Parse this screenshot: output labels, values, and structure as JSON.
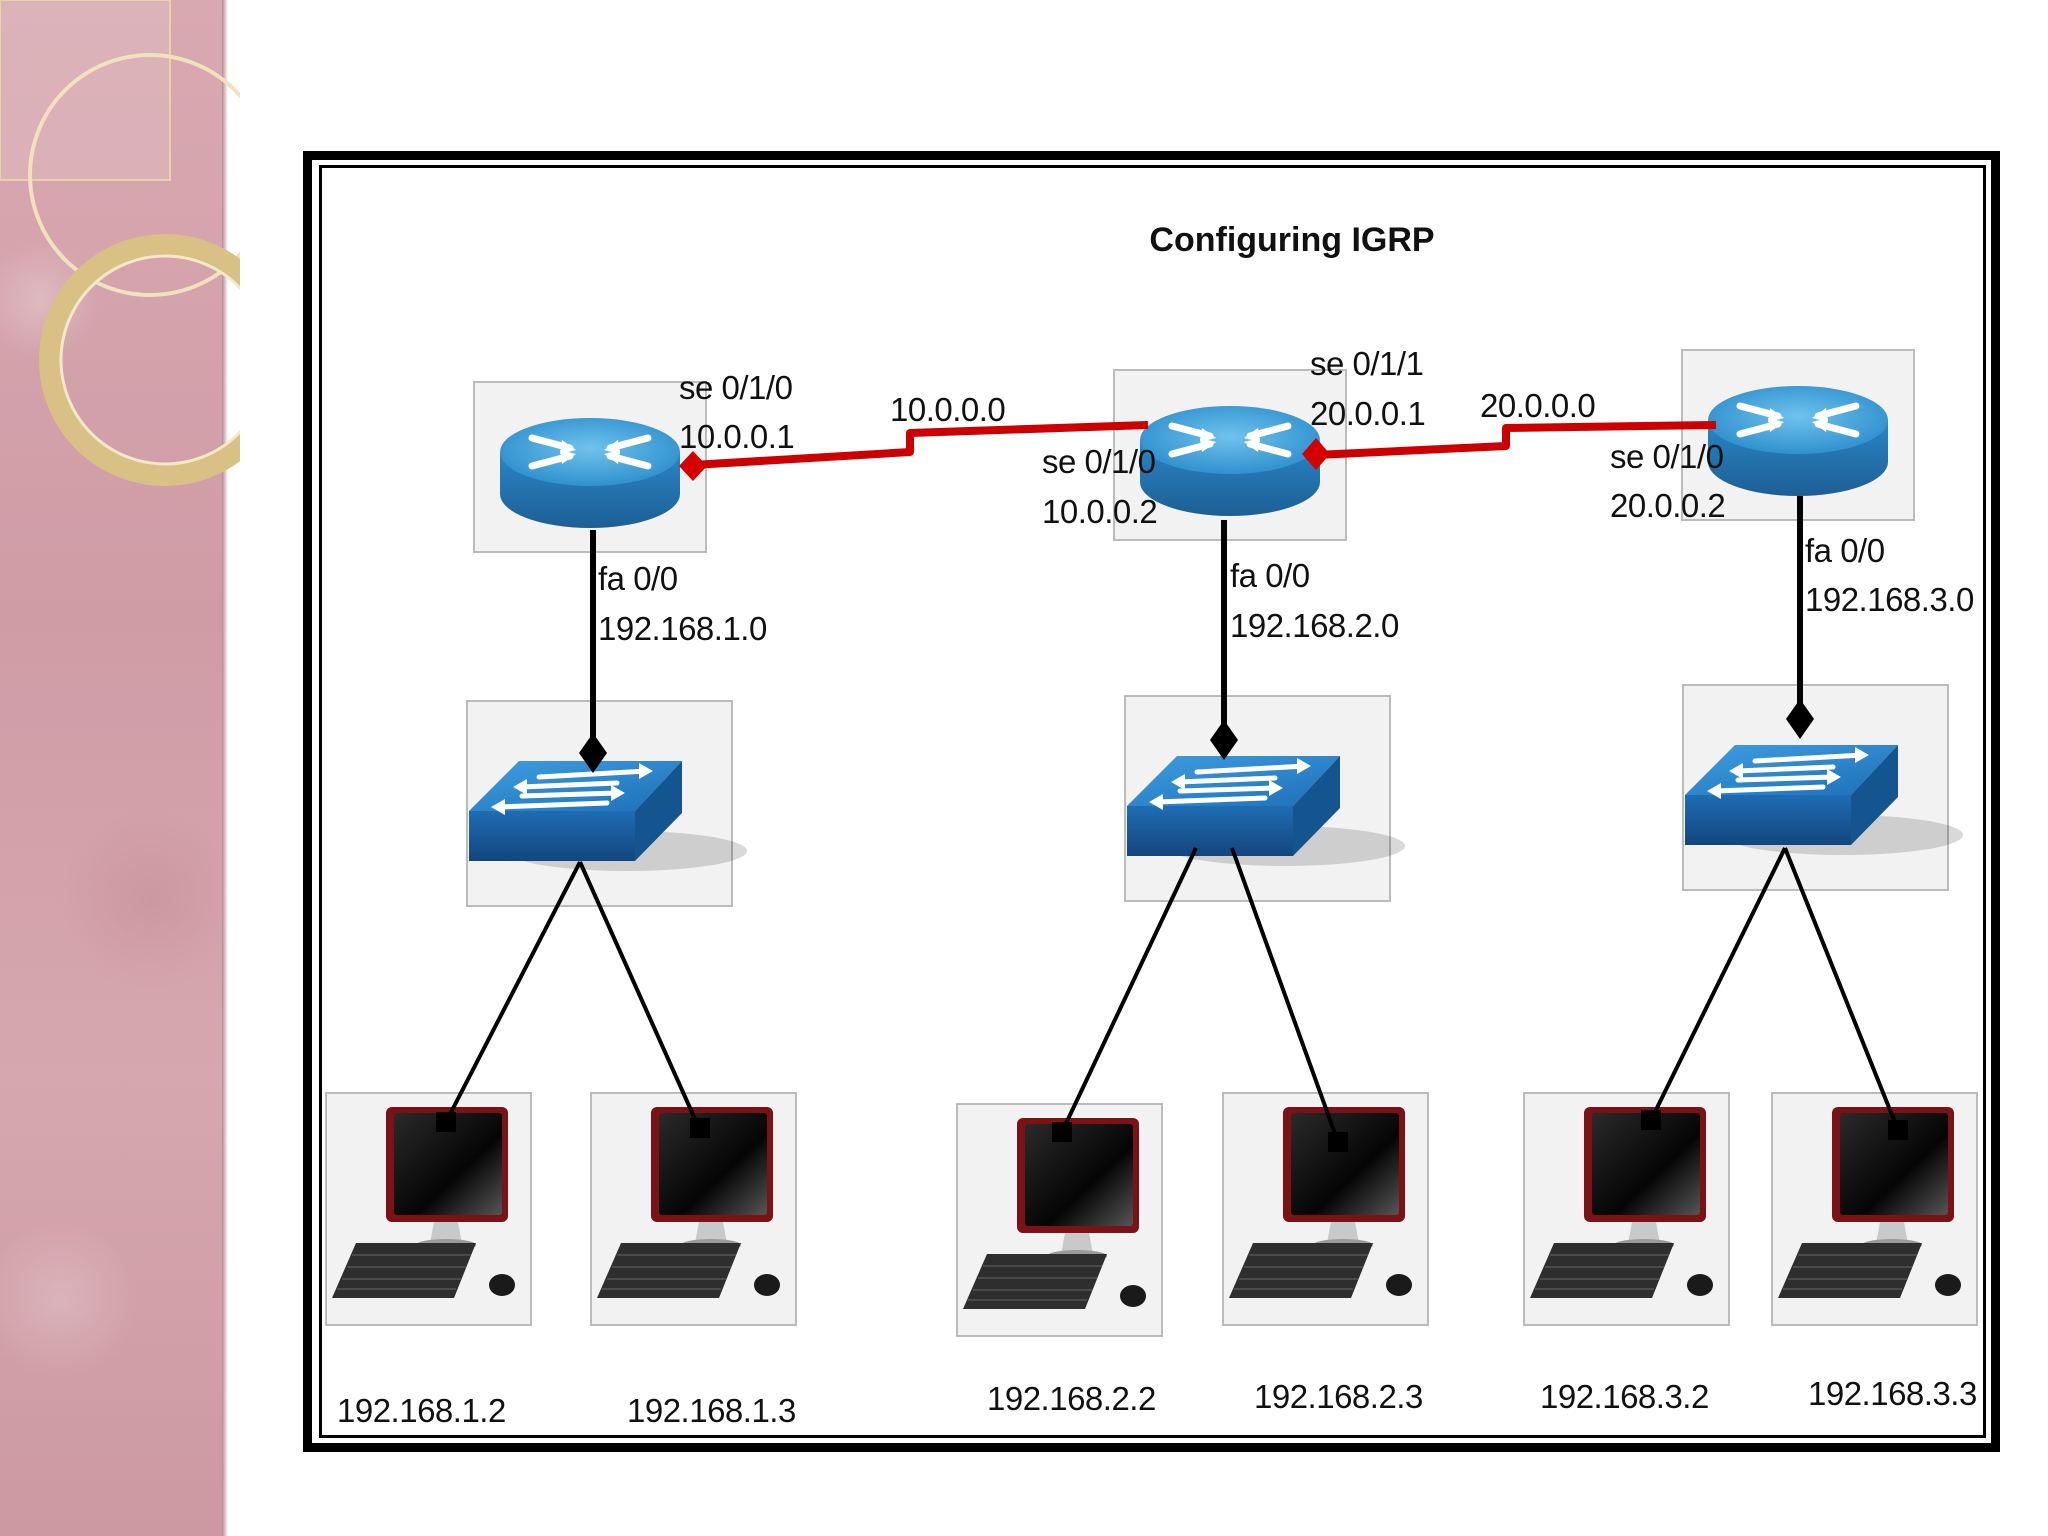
{
  "title": "Configuring IGRP",
  "links": {
    "link1_network": "10.0.0.0",
    "link2_network": "20.0.0.0"
  },
  "routers": [
    {
      "serial": [
        {
          "name": "se 0/1/0",
          "ip": "10.0.0.1"
        }
      ],
      "fa": {
        "name": "fa 0/0",
        "network": "192.168.1.0"
      }
    },
    {
      "serial": [
        {
          "name": "se 0/1/0",
          "ip": "10.0.0.2"
        },
        {
          "name": "se 0/1/1",
          "ip": "20.0.0.1"
        }
      ],
      "fa": {
        "name": "fa 0/0",
        "network": "192.168.2.0"
      }
    },
    {
      "serial": [
        {
          "name": "se 0/1/0",
          "ip": "20.0.0.2"
        }
      ],
      "fa": {
        "name": "fa 0/0",
        "network": "192.168.3.0"
      }
    }
  ],
  "hosts": [
    "192.168.1.2",
    "192.168.1.3",
    "192.168.2.2",
    "192.168.2.3",
    "192.168.3.2",
    "192.168.3.3"
  ],
  "colors": {
    "serial_link": "#cc0000",
    "ethernet_link": "#000000",
    "device_blue": "#2a8fd0",
    "sidebar_pink": "#d6a5ad",
    "ring_gold": "#d8c08a"
  },
  "icons": {
    "router": "router-icon",
    "switch": "switch-icon",
    "host": "desktop-computer-icon"
  }
}
